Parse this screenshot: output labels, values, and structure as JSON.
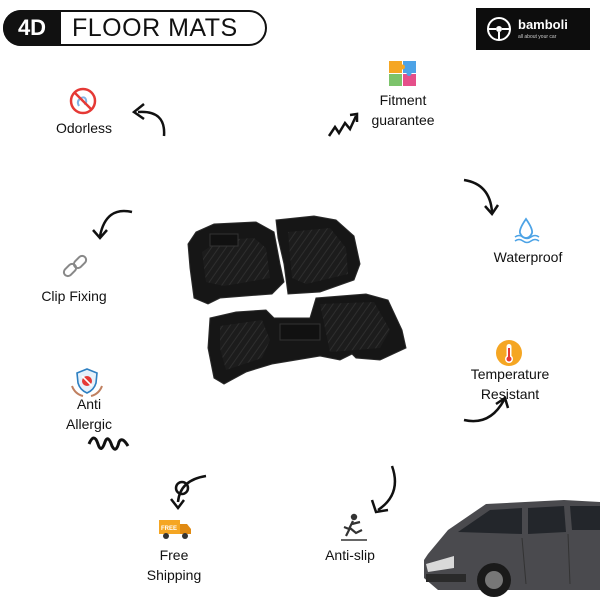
{
  "header": {
    "tag": "4D",
    "title": "FLOOR MATS"
  },
  "brand": {
    "name": "bamboli",
    "tagline": "all about your car"
  },
  "features": {
    "odorless": "Odorless",
    "fitment_line1": "Fitment",
    "fitment_line2": "guarantee",
    "waterproof": "Waterproof",
    "clip_fixing": "Clip Fixing",
    "temperature_line1": "Temperature",
    "temperature_line2": "Resistant",
    "anti_line1": "Anti",
    "anti_line2": "Allergic",
    "free_line1": "Free",
    "free_line2": "Shipping",
    "anti_slip": "Anti-slip"
  },
  "icons": {
    "odorless": "no-smell-icon",
    "fitment": "puzzle-icon",
    "waterproof": "water-drop-icon",
    "clip": "chain-link-icon",
    "temperature": "thermometer-icon",
    "allergic": "shield-hands-icon",
    "shipping": "delivery-truck-icon",
    "slip": "slipping-person-icon"
  },
  "colors": {
    "ink": "#111111",
    "mat": "#1a1a1a",
    "accent_red": "#e53935",
    "accent_blue": "#4da3e6",
    "accent_orange": "#f5a623"
  }
}
